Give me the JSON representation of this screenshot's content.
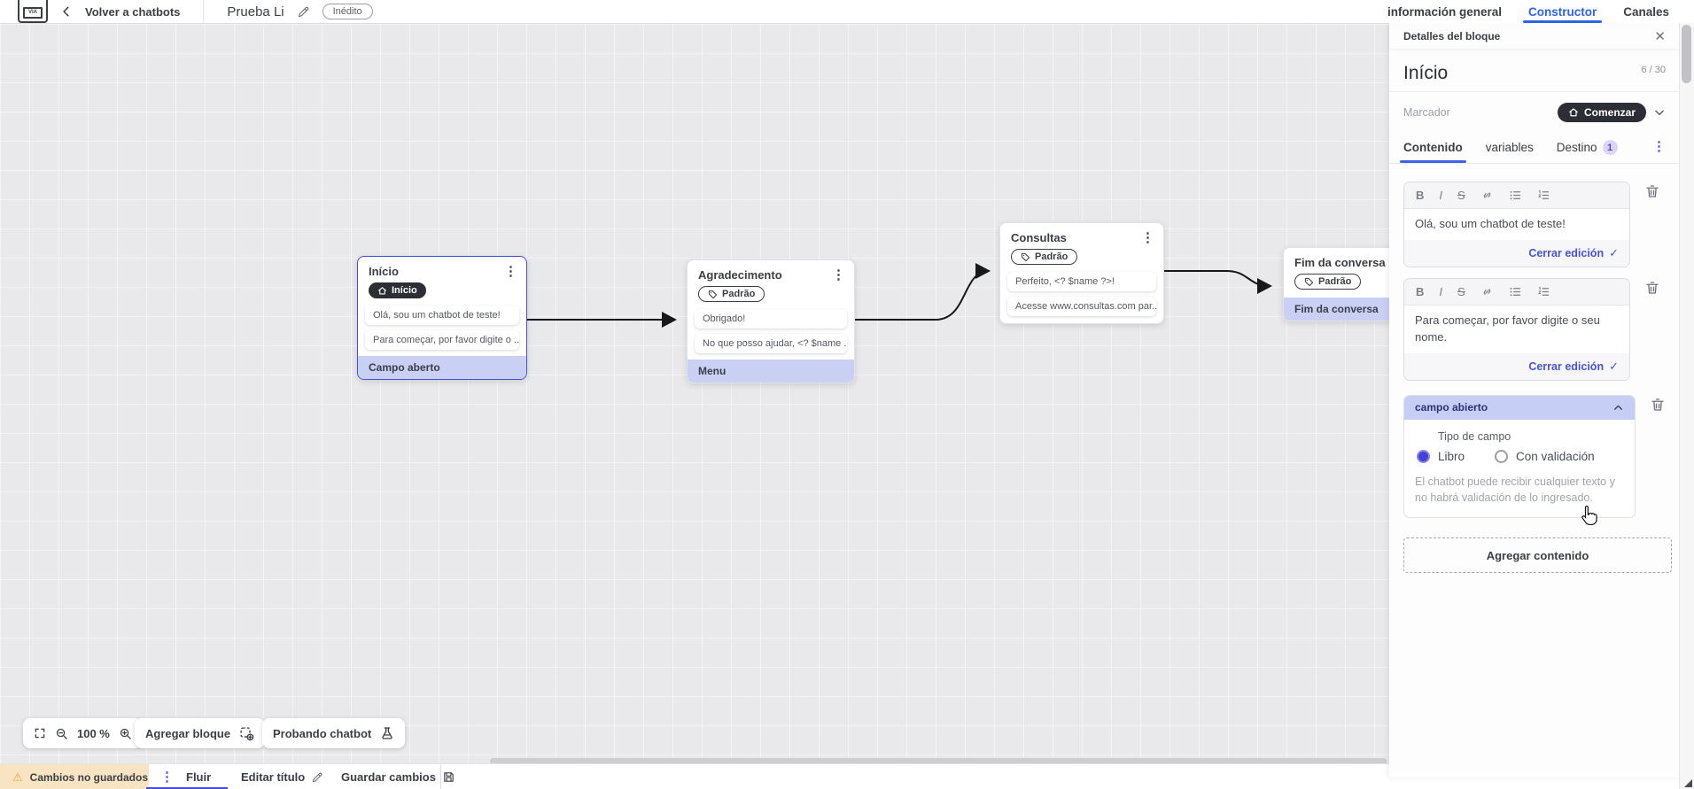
{
  "header": {
    "back_label": "Volver a chatbots",
    "title": "Prueba Li",
    "status": "Inédito",
    "tabs": [
      "información general",
      "Constructor",
      "Canales"
    ]
  },
  "canvas": {
    "nodes": [
      {
        "title": "Início",
        "badge": "Início",
        "rows": [
          "Olá, sou um chatbot de teste!",
          "Para começar, por favor digite o ..."
        ],
        "field": "Campo aberto"
      },
      {
        "title": "Agradecimento",
        "badge": "Padrão",
        "rows": [
          "Obrigado!",
          "No que posso ajudar, <? $name ..."
        ],
        "field": "Menu"
      },
      {
        "title": "Consultas",
        "badge": "Padrão",
        "rows": [
          "Perfeito, <? $name ?>!",
          "Acesse www.consultas.com par..."
        ],
        "field": null
      },
      {
        "title": "Fim da conversa",
        "badge": "Padrão",
        "rows": [],
        "field": "Fim da conversa"
      }
    ],
    "toolbar": {
      "zoom_level": "100 %",
      "add_block_label": "Agregar bloque",
      "test_chatbot_label": "Probando chatbot"
    }
  },
  "panel": {
    "header_title": "Detalles del bloque",
    "block_name": "Início",
    "counter": "6 / 30",
    "marker_label": "Marcador",
    "marker_value": "Comenzar",
    "tabs": {
      "content": "Contenido",
      "variables": "variables",
      "destination": "Destino",
      "destination_badge": "1"
    },
    "editors": [
      {
        "text": "Olá, sou um chatbot de teste!",
        "close_label": "Cerrar edición"
      },
      {
        "text": "Para começar, por favor digite o seu nome.",
        "close_label": "Cerrar edición"
      }
    ],
    "field_section": {
      "title": "campo abierto",
      "type_label": "Tipo de campo",
      "options": [
        {
          "label": "Libro",
          "selected": true
        },
        {
          "label": "Con validación",
          "selected": false
        }
      ],
      "description": "El chatbot puede recibir cualquier texto y no habrá validación de lo ingresado."
    },
    "add_content_label": "Agregar contenido"
  },
  "bottom_bar": {
    "unsaved_label": "Cambios no guardados",
    "flow_tab": "Fluir",
    "edit_title_label": "Editar título",
    "save_label": "Guardar cambios"
  },
  "icons": {
    "close": "✕",
    "check": "✓",
    "warning": "⚠",
    "kebab": "⋮",
    "logo_text": "VIA"
  },
  "colors": {
    "accent_blue": "#2d63e8",
    "indigo": "#4653d8",
    "purple_row": "#c9d0f3",
    "dark_pill": "#2b2e35",
    "selected_border": "#4152d9",
    "warning_bg": "#f8e4c2",
    "warning_icon": "#e8a33d",
    "canvas_bg": "#e9e9eb"
  }
}
